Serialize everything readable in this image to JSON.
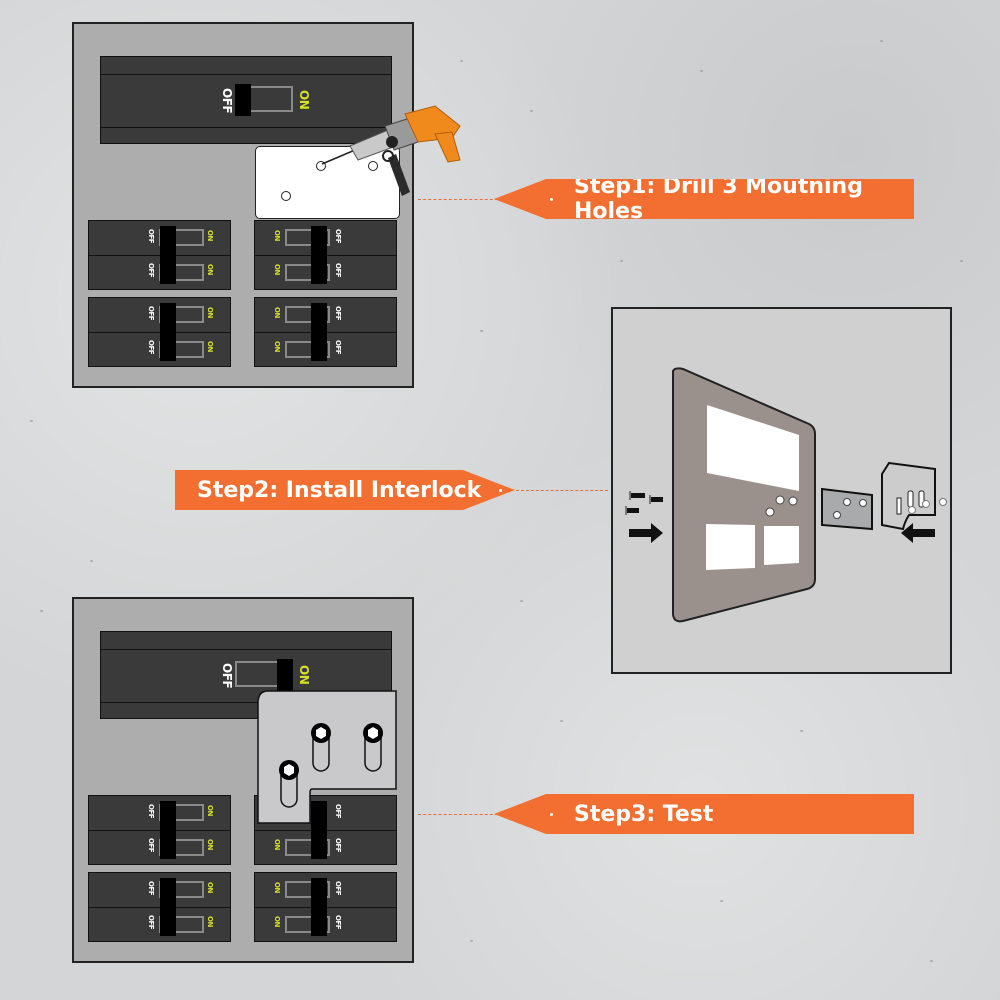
{
  "title": "Generator Interlock Kit Installation Steps",
  "colors": {
    "accent": "#f26f31",
    "panel": "#adadad",
    "breaker": "#3a3a3a",
    "on_label": "#d7e02a",
    "background": "#d3d5d6"
  },
  "steps": [
    {
      "label": "Step1: Drill 3 Moutning Holes"
    },
    {
      "label": "Step2: Install Interlock"
    },
    {
      "label": "Step3: Test"
    }
  ],
  "switch_labels": {
    "off": "OFF",
    "on": "ON"
  },
  "panel1": {
    "main_breaker_state": "OFF",
    "drill_holes": 3,
    "tool": "drill-icon"
  },
  "panel3": {
    "main_breaker_state": "ON",
    "bolts": 3
  },
  "diagram2": {
    "parts": [
      "panel-cover",
      "spacer-plate",
      "interlock-plate",
      "screws"
    ]
  }
}
